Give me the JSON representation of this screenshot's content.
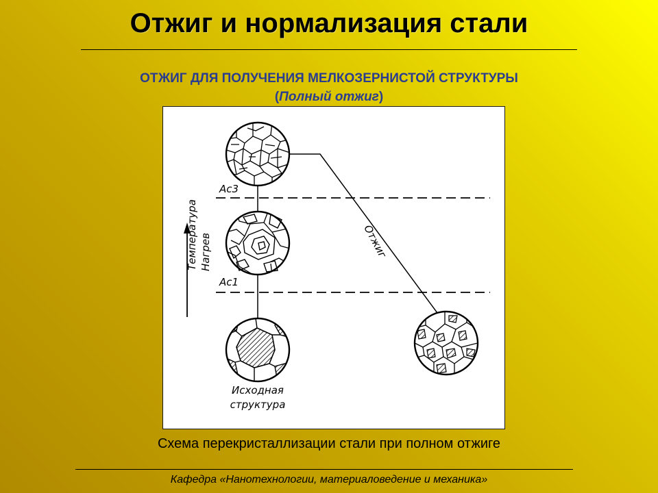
{
  "slide": {
    "title": "Отжиг и нормализация стали",
    "subtitle_line1": "ОТЖИГ ДЛЯ ПОЛУЧЕНИЯ МЕЛКОЗЕРНИСТОЙ СТРУКТУРЫ",
    "subtitle_paren_open": "(",
    "subtitle_line2": "Полный отжиг",
    "subtitle_paren_close": ")",
    "caption": "Схема перекристаллизации стали при полном отжиге",
    "footer": "Кафедра «Нанотехнологии, материаловедение и механика»"
  },
  "diagram": {
    "axis_label": "Температура",
    "heating_label": "Нагрев",
    "ac3_label": "Ac3",
    "ac1_label": "Ac1",
    "annealing_label": "Отжиг",
    "initial_line1": "Исходная",
    "initial_line2": "структура"
  }
}
